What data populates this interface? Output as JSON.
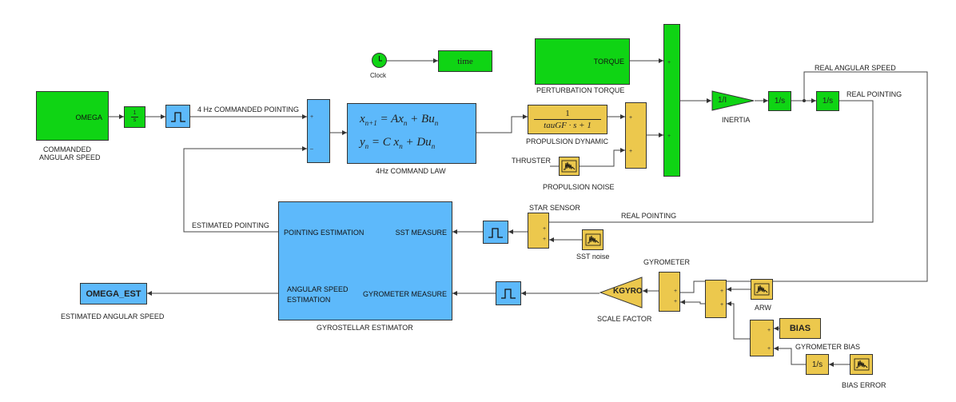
{
  "colors": {
    "green": "#0fd414",
    "blue": "#5db9fb",
    "gold": "#ecc84d"
  },
  "icons": {
    "clock": "clock-icon",
    "zoh": "zero-order-hold-icon",
    "noise": "band-limited-noise-icon"
  },
  "blocks": {
    "omega_src": {
      "port": "OMEGA",
      "caption_line1": "COMMANDED",
      "caption_line2": "ANGULAR SPEED"
    },
    "clock": {
      "caption": "Clock"
    },
    "time": {
      "text": "time"
    },
    "torque": {
      "port": "TORQUE",
      "caption": "PERTURBATION TORQUE"
    },
    "integrator_cmd": {
      "num": "1",
      "den": "s"
    },
    "zoh_cmd_caption": "4 Hz COMMANDED POINTING",
    "command_law": {
      "eq1_lhs": "x",
      "eq1_sub": "n+1",
      "eq1_rhs": "= Ax",
      "eq1_sub2": "n",
      "eq1_rhs2": " + Bu",
      "eq1_sub3": "n",
      "eq2_lhs": "y",
      "eq2_sub": "n",
      "eq2_rhs": "= C x",
      "eq2_sub2": "n",
      "eq2_rhs2": " + Du",
      "eq2_sub3": "n",
      "caption": "4Hz COMMAND LAW"
    },
    "propulsion_dyn": {
      "num": "1",
      "den": "tauGF · s + 1",
      "caption": "PROPULSION DYNAMIC"
    },
    "thruster": {
      "label": "THRUSTER",
      "caption": "PROPULSION NOISE"
    },
    "inertia": {
      "text": "1/I",
      "caption": "INERTIA"
    },
    "int1": {
      "text": "1/s"
    },
    "int2": {
      "text": "1/s"
    },
    "real_angular_speed": "REAL ANGULAR SPEED",
    "real_pointing_1": "REAL POINTING",
    "real_pointing_2": "REAL POINTING",
    "star_sensor": "STAR SENSOR",
    "sst_noise": "SST noise",
    "estimator": {
      "port_pointing": "POINTING ESTIMATION",
      "port_sst": "SST MEASURE",
      "port_speed_1": "ANGULAR SPEED",
      "port_speed_2": "ESTIMATION",
      "port_gyro": "GYROMETER MEASURE",
      "caption": "GYROSTELLAR ESTIMATOR"
    },
    "estimated_pointing": "ESTIMATED POINTING",
    "omega_est": {
      "text": "OMEGA_EST",
      "caption": "ESTIMATED ANGULAR SPEED"
    },
    "gyrometer": "GYROMETER",
    "kgyro": {
      "text": "KGYRO",
      "caption": "SCALE FACTOR"
    },
    "arw": "ARW",
    "bias": {
      "text": "BIAS",
      "caption": "GYROMETER BIAS"
    },
    "int_bias": {
      "text": "1/s"
    },
    "bias_error": "BIAS ERROR"
  }
}
